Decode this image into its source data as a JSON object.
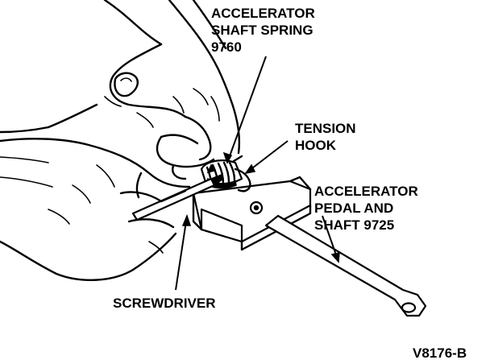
{
  "labels": {
    "spring": [
      "ACCELERATOR",
      "SHAFT SPRING",
      "9760"
    ],
    "tension_hook": [
      "TENSION",
      "HOOK"
    ],
    "pedal_shaft": [
      "ACCELERATOR",
      "PEDAL AND",
      "SHAFT 9725"
    ],
    "screwdriver": [
      "SCREWDRIVER"
    ],
    "figure_id": "V8176-B"
  },
  "colors": {
    "ink": "#000000",
    "paper": "#ffffff"
  }
}
